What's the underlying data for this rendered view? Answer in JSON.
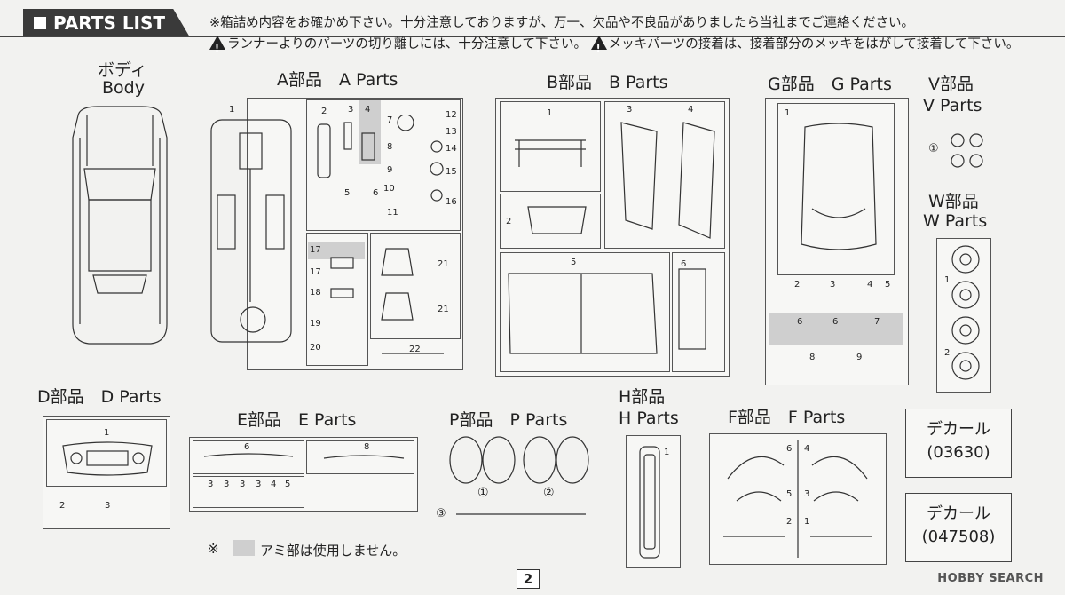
{
  "header": {
    "title": "PARTS LIST"
  },
  "notes": {
    "line1": "※箱詰め内容をお確かめ下さい。十分注意しておりますが、万一、欠品や不良品がありましたら当社までご連絡ください。",
    "line2a": "ランナーよりのパーツの切り離しには、十分注意して下さい。",
    "line2b": "メッキパーツの接着は、接着部分のメッキをはがして接着して下さい。"
  },
  "body_section": {
    "jp": "ボディ",
    "en": "Body"
  },
  "sections": {
    "a": "A部品　A Parts",
    "b": "B部品　B Parts",
    "g": "G部品　G Parts",
    "v_jp": "V部品",
    "v_en": "V Parts",
    "w_jp": "W部品",
    "w_en": "W Parts",
    "d": "D部品　D Parts",
    "e": "E部品　E Parts",
    "p": "P部品　P Parts",
    "h_jp": "H部品",
    "h_en": "H Parts",
    "f": "F部品　F Parts"
  },
  "part_numbers": {
    "a": [
      "1",
      "2",
      "3",
      "4",
      "5",
      "6",
      "7",
      "8",
      "9",
      "10",
      "11",
      "12",
      "13",
      "14",
      "15",
      "16",
      "17",
      "17",
      "18",
      "19",
      "20",
      "21",
      "21",
      "22"
    ],
    "b": [
      "1",
      "2",
      "3",
      "4",
      "5",
      "6"
    ],
    "g": [
      "1",
      "2",
      "3",
      "4",
      "5",
      "6",
      "6",
      "7",
      "8",
      "9"
    ],
    "v": [
      "①"
    ],
    "w": [
      "1",
      "2"
    ],
    "d": [
      "1",
      "2",
      "3"
    ],
    "e": [
      "6",
      "8",
      "3",
      "3",
      "3",
      "3",
      "4",
      "5"
    ],
    "p": [
      "①",
      "②",
      "③"
    ],
    "h": [
      "1"
    ],
    "f": [
      "6",
      "5",
      "2",
      "4",
      "3",
      "1"
    ]
  },
  "decals": [
    {
      "label": "デカール",
      "code": "(03630)"
    },
    {
      "label": "デカール",
      "code": "(047508)"
    }
  ],
  "footnote": {
    "mark": "※",
    "text": "アミ部は使用しません。"
  },
  "page_number": "2",
  "watermark": "HOBBY SEARCH",
  "colors": {
    "header_bg": "#3a3a3a",
    "mesh_gray": "#cfcfcf",
    "line": "#333333"
  }
}
